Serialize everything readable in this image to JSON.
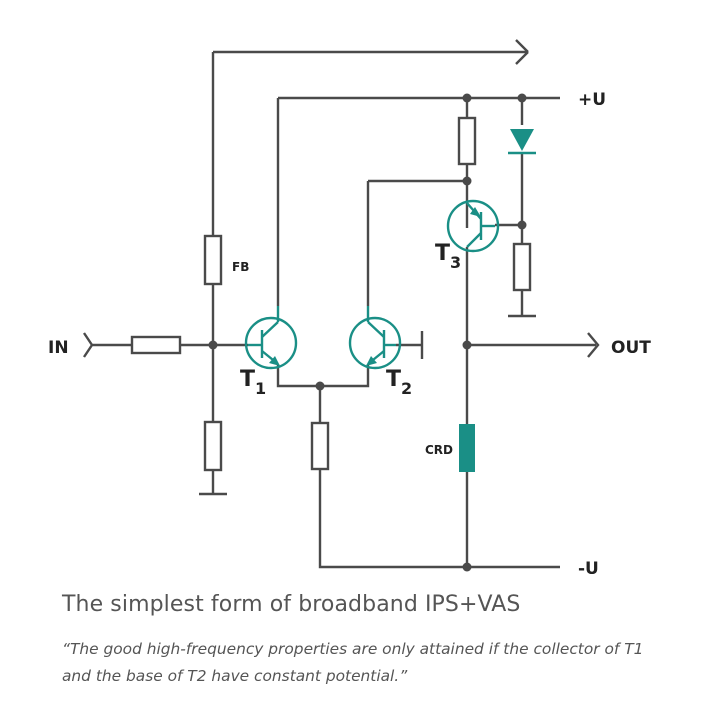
{
  "labels": {
    "in": "IN",
    "out": "OUT",
    "plus_u": "+U",
    "minus_u": "-U",
    "fb": "FB",
    "crd": "CRD",
    "t1_main": "T",
    "t1_sub": "1",
    "t2_main": "T",
    "t2_sub": "2",
    "t3_main": "T",
    "t3_sub": "3"
  },
  "caption": {
    "title": "The simplest form of broadband IPS+VAS",
    "quote": "“The good high-frequency properties are only attained if the collector of T1 and the base of T2 have constant potential.”"
  },
  "colors": {
    "wire": "#4a4a4a",
    "accent": "#1a8f86",
    "caption": "#555555"
  }
}
